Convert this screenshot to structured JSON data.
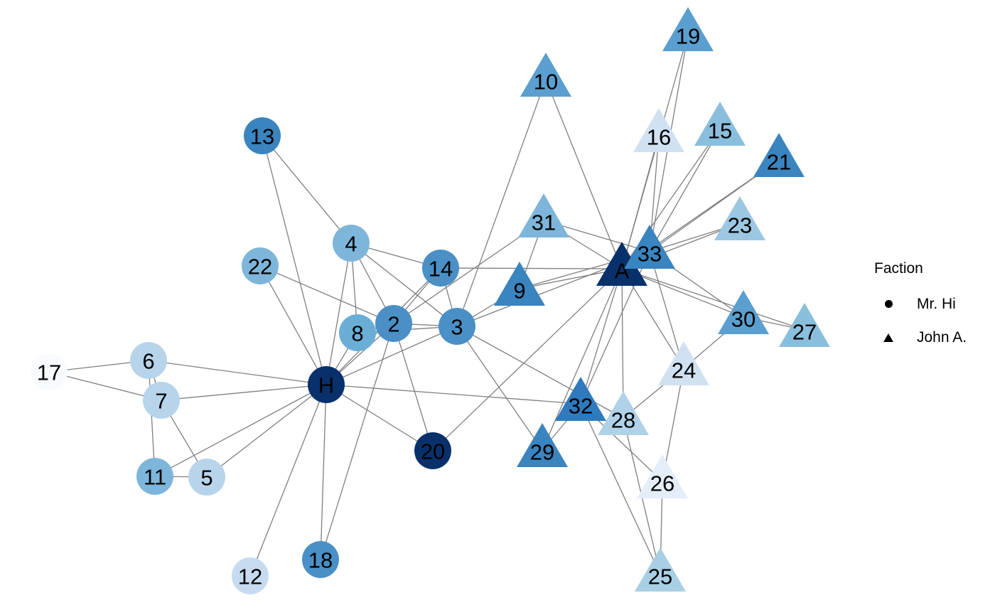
{
  "legend": {
    "title": "Faction",
    "items": [
      {
        "label": "Mr. Hi",
        "shape": "circle"
      },
      {
        "label": "John A.",
        "shape": "triangle"
      }
    ]
  },
  "graph": {
    "nodes": [
      {
        "id": "H",
        "label": "H",
        "faction": "Mr. Hi",
        "color": "#08306b"
      },
      {
        "id": "2",
        "label": "2",
        "faction": "Mr. Hi",
        "color": "#4a90c6"
      },
      {
        "id": "3",
        "label": "3",
        "faction": "Mr. Hi",
        "color": "#4a90c6"
      },
      {
        "id": "4",
        "label": "4",
        "faction": "Mr. Hi",
        "color": "#7db6da"
      },
      {
        "id": "5",
        "label": "5",
        "faction": "Mr. Hi",
        "color": "#b7d4ea"
      },
      {
        "id": "6",
        "label": "6",
        "faction": "Mr. Hi",
        "color": "#b7d4ea"
      },
      {
        "id": "7",
        "label": "7",
        "faction": "Mr. Hi",
        "color": "#b7d4ea"
      },
      {
        "id": "8",
        "label": "8",
        "faction": "Mr. Hi",
        "color": "#6aaed6"
      },
      {
        "id": "11",
        "label": "11",
        "faction": "Mr. Hi",
        "color": "#7db6da"
      },
      {
        "id": "12",
        "label": "12",
        "faction": "Mr. Hi",
        "color": "#c6dbef"
      },
      {
        "id": "13",
        "label": "13",
        "faction": "Mr. Hi",
        "color": "#3a84bf"
      },
      {
        "id": "14",
        "label": "14",
        "faction": "Mr. Hi",
        "color": "#4a90c6"
      },
      {
        "id": "17",
        "label": "17",
        "faction": "Mr. Hi",
        "color": "#f7fbff"
      },
      {
        "id": "18",
        "label": "18",
        "faction": "Mr. Hi",
        "color": "#4a90c6"
      },
      {
        "id": "20",
        "label": "20",
        "faction": "Mr. Hi",
        "color": "#08306b"
      },
      {
        "id": "22",
        "label": "22",
        "faction": "Mr. Hi",
        "color": "#7db6da"
      },
      {
        "id": "A",
        "label": "A",
        "faction": "John A.",
        "color": "#08306b"
      },
      {
        "id": "9",
        "label": "9",
        "faction": "John A.",
        "color": "#3a84bf"
      },
      {
        "id": "10",
        "label": "10",
        "faction": "John A.",
        "color": "#5a9fd0"
      },
      {
        "id": "15",
        "label": "15",
        "faction": "John A.",
        "color": "#8abedd"
      },
      {
        "id": "16",
        "label": "16",
        "faction": "John A.",
        "color": "#d0e1f2"
      },
      {
        "id": "19",
        "label": "19",
        "faction": "John A.",
        "color": "#5a9fd0"
      },
      {
        "id": "21",
        "label": "21",
        "faction": "John A.",
        "color": "#3a84bf"
      },
      {
        "id": "23",
        "label": "23",
        "faction": "John A.",
        "color": "#9cc7e3"
      },
      {
        "id": "24",
        "label": "24",
        "faction": "John A.",
        "color": "#d0e1f2"
      },
      {
        "id": "25",
        "label": "25",
        "faction": "John A.",
        "color": "#a9cfe5"
      },
      {
        "id": "26",
        "label": "26",
        "faction": "John A.",
        "color": "#e3eef9"
      },
      {
        "id": "27",
        "label": "27",
        "faction": "John A.",
        "color": "#8abedd"
      },
      {
        "id": "28",
        "label": "28",
        "faction": "John A.",
        "color": "#b0d2e8"
      },
      {
        "id": "29",
        "label": "29",
        "faction": "John A.",
        "color": "#3a84bf"
      },
      {
        "id": "30",
        "label": "30",
        "faction": "John A.",
        "color": "#5a9fd0"
      },
      {
        "id": "31",
        "label": "31",
        "faction": "John A.",
        "color": "#7db6da"
      },
      {
        "id": "32",
        "label": "32",
        "faction": "John A.",
        "color": "#2f7abd"
      },
      {
        "id": "33",
        "label": "33",
        "faction": "John A.",
        "color": "#3a84bf"
      }
    ],
    "edges": [
      [
        "H",
        "2"
      ],
      [
        "H",
        "3"
      ],
      [
        "H",
        "4"
      ],
      [
        "H",
        "6"
      ],
      [
        "H",
        "7"
      ],
      [
        "H",
        "8"
      ],
      [
        "H",
        "11"
      ],
      [
        "H",
        "5"
      ],
      [
        "H",
        "12"
      ],
      [
        "H",
        "13"
      ],
      [
        "H",
        "14"
      ],
      [
        "H",
        "18"
      ],
      [
        "H",
        "20"
      ],
      [
        "H",
        "22"
      ],
      [
        "H",
        "32"
      ],
      [
        "2",
        "3"
      ],
      [
        "2",
        "4"
      ],
      [
        "2",
        "8"
      ],
      [
        "2",
        "14"
      ],
      [
        "2",
        "18"
      ],
      [
        "2",
        "20"
      ],
      [
        "2",
        "22"
      ],
      [
        "2",
        "31"
      ],
      [
        "3",
        "4"
      ],
      [
        "3",
        "8"
      ],
      [
        "3",
        "9"
      ],
      [
        "3",
        "10"
      ],
      [
        "3",
        "14"
      ],
      [
        "3",
        "28"
      ],
      [
        "3",
        "29"
      ],
      [
        "3",
        "33"
      ],
      [
        "4",
        "8"
      ],
      [
        "4",
        "13"
      ],
      [
        "4",
        "14"
      ],
      [
        "5",
        "7"
      ],
      [
        "5",
        "11"
      ],
      [
        "6",
        "7"
      ],
      [
        "6",
        "11"
      ],
      [
        "6",
        "17"
      ],
      [
        "7",
        "17"
      ],
      [
        "9",
        "31"
      ],
      [
        "9",
        "33"
      ],
      [
        "9",
        "A"
      ],
      [
        "14",
        "A"
      ],
      [
        "20",
        "A"
      ],
      [
        "10",
        "A"
      ],
      [
        "31",
        "A"
      ],
      [
        "31",
        "33"
      ],
      [
        "15",
        "33"
      ],
      [
        "15",
        "A"
      ],
      [
        "16",
        "33"
      ],
      [
        "16",
        "A"
      ],
      [
        "19",
        "33"
      ],
      [
        "19",
        "A"
      ],
      [
        "21",
        "33"
      ],
      [
        "21",
        "A"
      ],
      [
        "23",
        "33"
      ],
      [
        "23",
        "A"
      ],
      [
        "24",
        "26"
      ],
      [
        "24",
        "28"
      ],
      [
        "24",
        "30"
      ],
      [
        "24",
        "33"
      ],
      [
        "24",
        "A"
      ],
      [
        "25",
        "26"
      ],
      [
        "25",
        "28"
      ],
      [
        "25",
        "32"
      ],
      [
        "26",
        "32"
      ],
      [
        "27",
        "30"
      ],
      [
        "27",
        "A"
      ],
      [
        "28",
        "A"
      ],
      [
        "29",
        "32"
      ],
      [
        "29",
        "A"
      ],
      [
        "30",
        "33"
      ],
      [
        "30",
        "A"
      ],
      [
        "32",
        "33"
      ],
      [
        "32",
        "A"
      ],
      [
        "33",
        "A"
      ]
    ]
  }
}
